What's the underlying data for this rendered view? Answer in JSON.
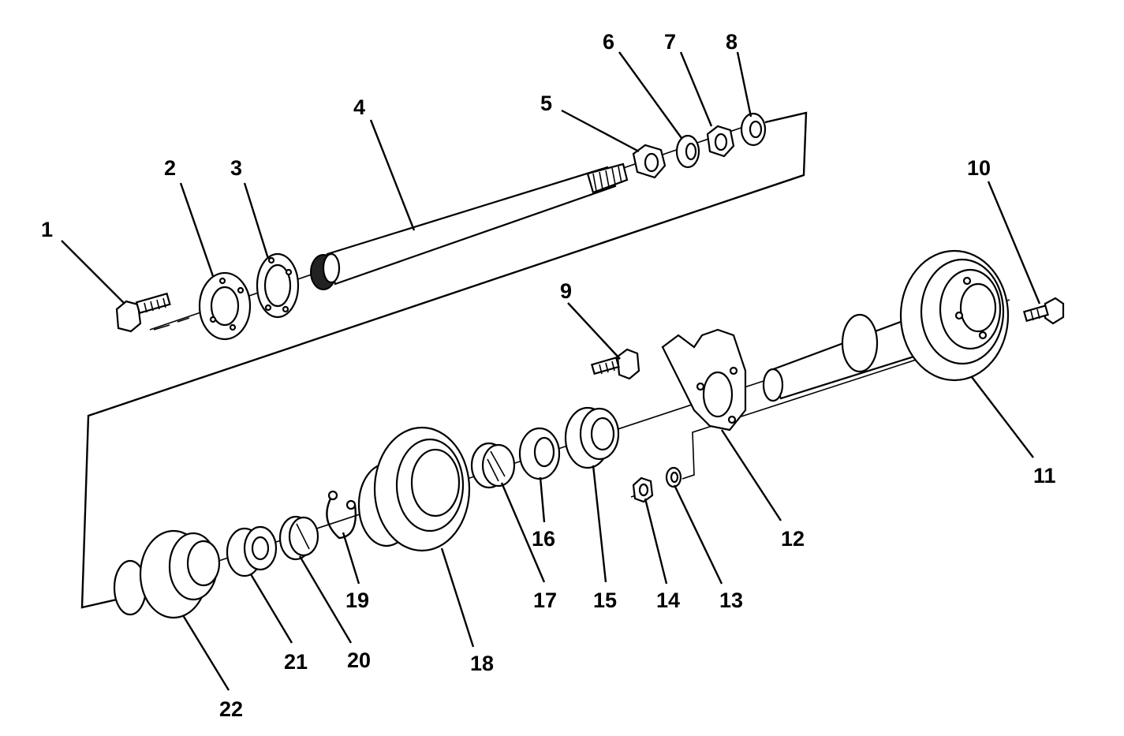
{
  "callouts": {
    "c1": "1",
    "c2": "2",
    "c3": "3",
    "c4": "4",
    "c5": "5",
    "c6": "6",
    "c7": "7",
    "c8": "8",
    "c9": "9",
    "c10": "10",
    "c11": "11",
    "c12": "12",
    "c13": "13",
    "c14": "14",
    "c15": "15",
    "c16": "16",
    "c17": "17",
    "c18": "18",
    "c19": "19",
    "c20": "20",
    "c21": "21",
    "c22": "22"
  }
}
